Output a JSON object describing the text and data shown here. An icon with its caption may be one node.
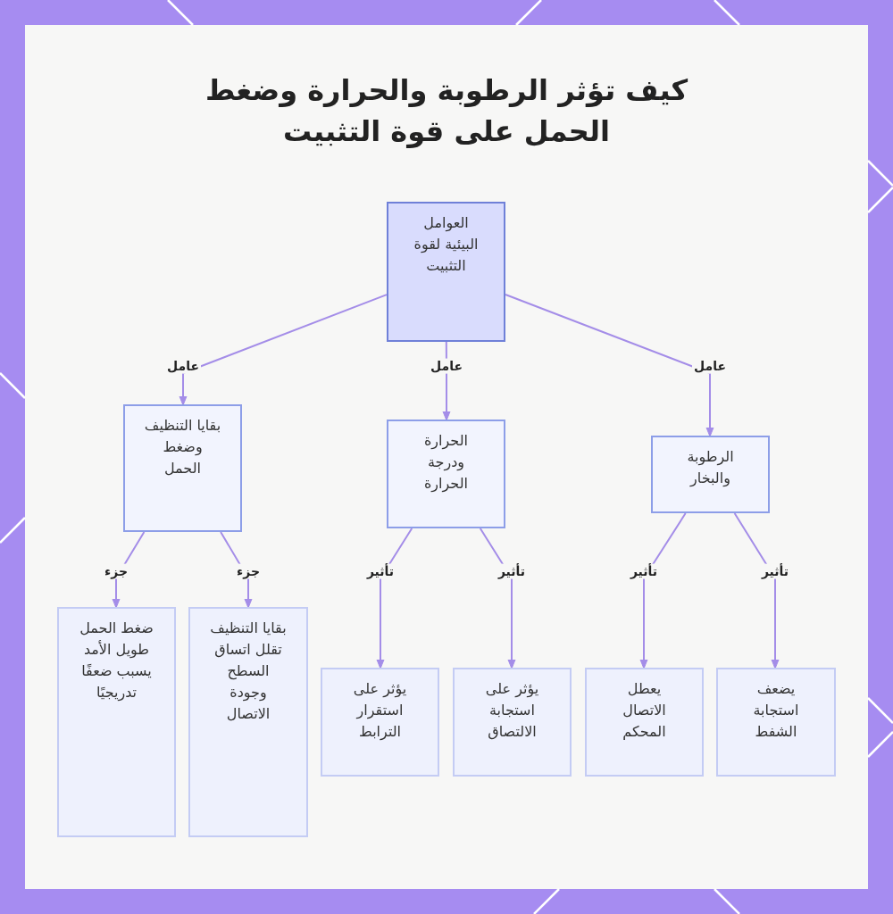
{
  "diagram": {
    "title": "كيف تؤثر الرطوبة والحرارة وضغط الحمل على قوة التثبيت",
    "nodes": [
      {
        "text": [
          "العوامل البيئية لقوة التثبيت"
        ]
      },
      {
        "text": [
          "الرطوبة والبخار"
        ]
      },
      {
        "text": [
          "الحرارة ودرجة الحرارة"
        ]
      },
      {
        "text": [
          "بقايا التنظيف وضغط الحمل"
        ]
      },
      {
        "text": [
          "يضعف استجابة الشفط"
        ]
      },
      {
        "text": [
          "يعطل الاتصال المحكم"
        ]
      },
      {
        "text": [
          "يؤثر على استجابة الالتصاق"
        ]
      },
      {
        "text": [
          "يؤثر على استقرار الترابط"
        ]
      },
      {
        "text": [
          "بقايا التنظيف تقلل اتساق السطح وجودة الاتصال"
        ]
      },
      {
        "text": [
          "ضغط الحمل طويل الأمد يسبب ضعفًا تدريجيًا"
        ]
      }
    ],
    "edges": [
      {
        "from": 0,
        "to": 1,
        "arrow": "to",
        "label": "عامل"
      },
      {
        "from": 0,
        "to": 2,
        "arrow": "to",
        "label": "عامل"
      },
      {
        "from": 0,
        "to": 3,
        "arrow": "to",
        "label": "عامل"
      },
      {
        "from": 1,
        "to": 4,
        "arrow": "to",
        "label": "تأثير"
      },
      {
        "from": 1,
        "to": 5,
        "arrow": "to",
        "label": "تأثير"
      },
      {
        "from": 2,
        "to": 6,
        "arrow": "to",
        "label": "تأثير"
      },
      {
        "from": 2,
        "to": 7,
        "arrow": "to",
        "label": "تأثير"
      },
      {
        "from": 3,
        "to": 8,
        "arrow": "to",
        "label": "جزء"
      },
      {
        "from": 3,
        "to": 9,
        "arrow": "to",
        "label": "جزء"
      }
    ]
  }
}
